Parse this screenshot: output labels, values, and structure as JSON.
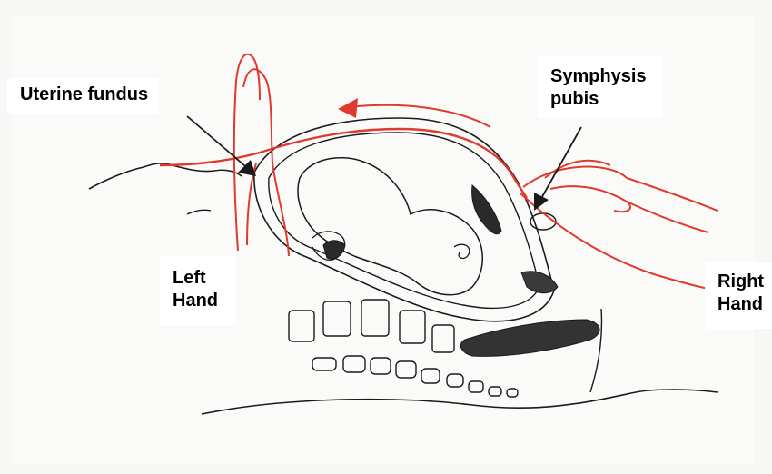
{
  "labels": {
    "uterine_fundus": "Uterine fundus",
    "symphysis_pubis": "Symphysis\npubis",
    "left_hand": "Left\nHand",
    "right_hand": "Right\nHand"
  },
  "colors": {
    "ink": "#1a1a1a",
    "red": "#e03a2e",
    "paper": "#f7f7f6"
  }
}
